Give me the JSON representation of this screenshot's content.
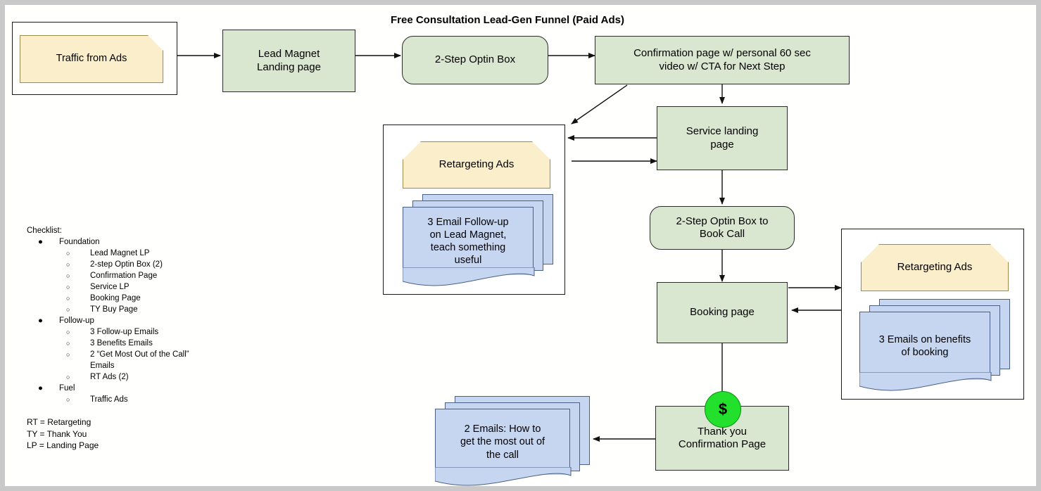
{
  "title": "Free Consultation Lead-Gen Funnel (Paid Ads)",
  "colors": {
    "green_fill": "#d9e7d0",
    "yellow_fill": "#fbeecb",
    "blue_fill": "#c6d6f1",
    "money_green": "#22e02c",
    "stroke": "#1a1a1a",
    "page_border": "#c9c9c9"
  },
  "nodes": {
    "traffic_group": "",
    "traffic_from_ads": "Traffic from Ads",
    "lead_magnet_lp": "Lead Magnet\nLanding page",
    "two_step_optin": "2-Step Optin Box",
    "confirmation_page": "Confirmation page w/ personal 60 sec\nvideo w/ CTA for Next Step",
    "service_landing_page": "Service landing\npage",
    "optin_book_call": "2-Step Optin Box to\nBook Call",
    "booking_page": "Booking page",
    "thank_you_page": "Thank you\nConfirmation Page",
    "money_badge": "$"
  },
  "retargeting_left": {
    "ads_label": "Retargeting Ads",
    "emails_label": "3 Email Follow-up\non Lead Magnet,\nteach something\nuseful"
  },
  "retargeting_right": {
    "ads_label": "Retargeting Ads",
    "emails_label": "3 Emails on benefits\nof booking"
  },
  "call_emails": {
    "label": "2 Emails: How to\nget the most out of\nthe call"
  },
  "checklist": {
    "heading": "Checklist:",
    "bullet_l1": "●",
    "bullet_l2": "○",
    "sections": [
      {
        "label": "Foundation",
        "items": [
          "Lead Magnet LP",
          "2-step Optin Box (2)",
          "Confirmation Page",
          "Service LP",
          "Booking Page",
          "TY Buy Page"
        ]
      },
      {
        "label": "Follow-up",
        "items": [
          "3 Follow-up Emails",
          "3 Benefits Emails",
          "2 “Get Most Out of the Call” Emails",
          "RT Ads (2)"
        ]
      },
      {
        "label": "Fuel",
        "items": [
          "Traffic Ads"
        ]
      }
    ]
  },
  "legend": {
    "lines": [
      "RT = Retargeting",
      "TY = Thank You",
      "LP = Landing Page"
    ]
  }
}
